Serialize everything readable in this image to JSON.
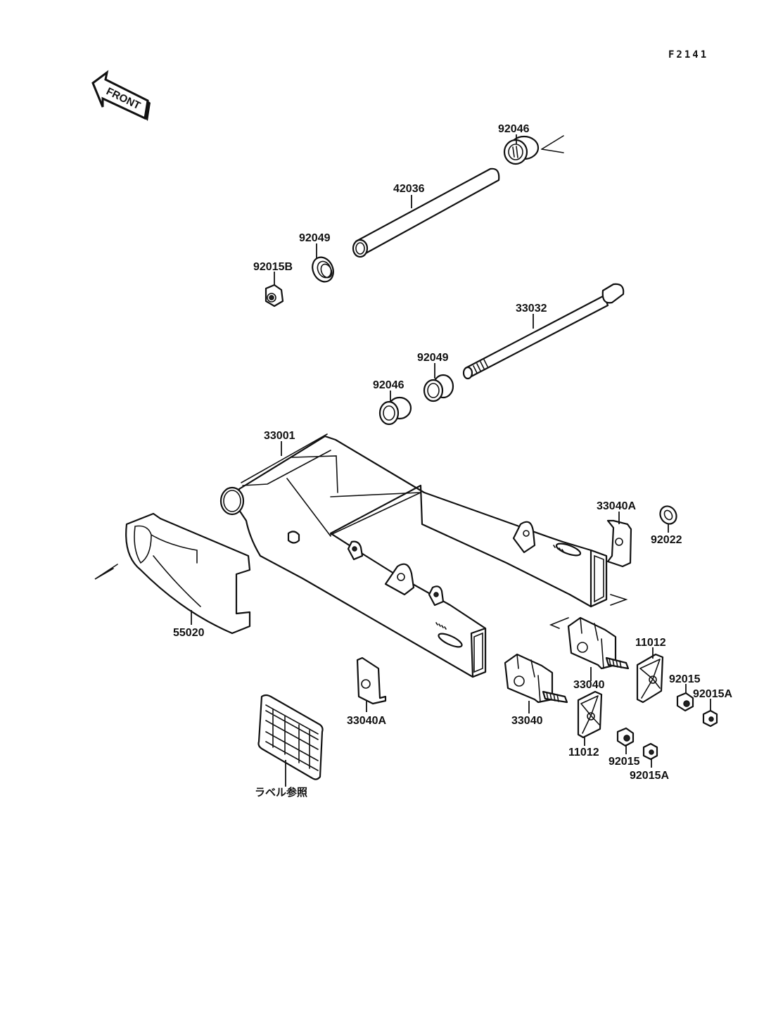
{
  "diagram": {
    "code": "F2141",
    "front_arrow_label": "FRONT",
    "parts": {
      "bearing_top": "92046",
      "sleeve": "42036",
      "seal_top": "92049",
      "nut_pivot": "92015B",
      "pivot_shaft": "33032",
      "seal_mid": "92049",
      "bearing_mid": "92046",
      "swingarm": "33001",
      "bracket_right": "33040A",
      "washer": "92022",
      "chain_guide": "55020",
      "bracket_left": "33040A",
      "adjuster_upper": "33040",
      "adjuster_lower": "33040",
      "plate_upper": "11012",
      "plate_lower": "11012",
      "nut_upper": "92015",
      "locknut_upper": "92015A",
      "nut_lower": "92015",
      "locknut_lower": "92015A",
      "label_ref": "ラベル参照"
    }
  }
}
